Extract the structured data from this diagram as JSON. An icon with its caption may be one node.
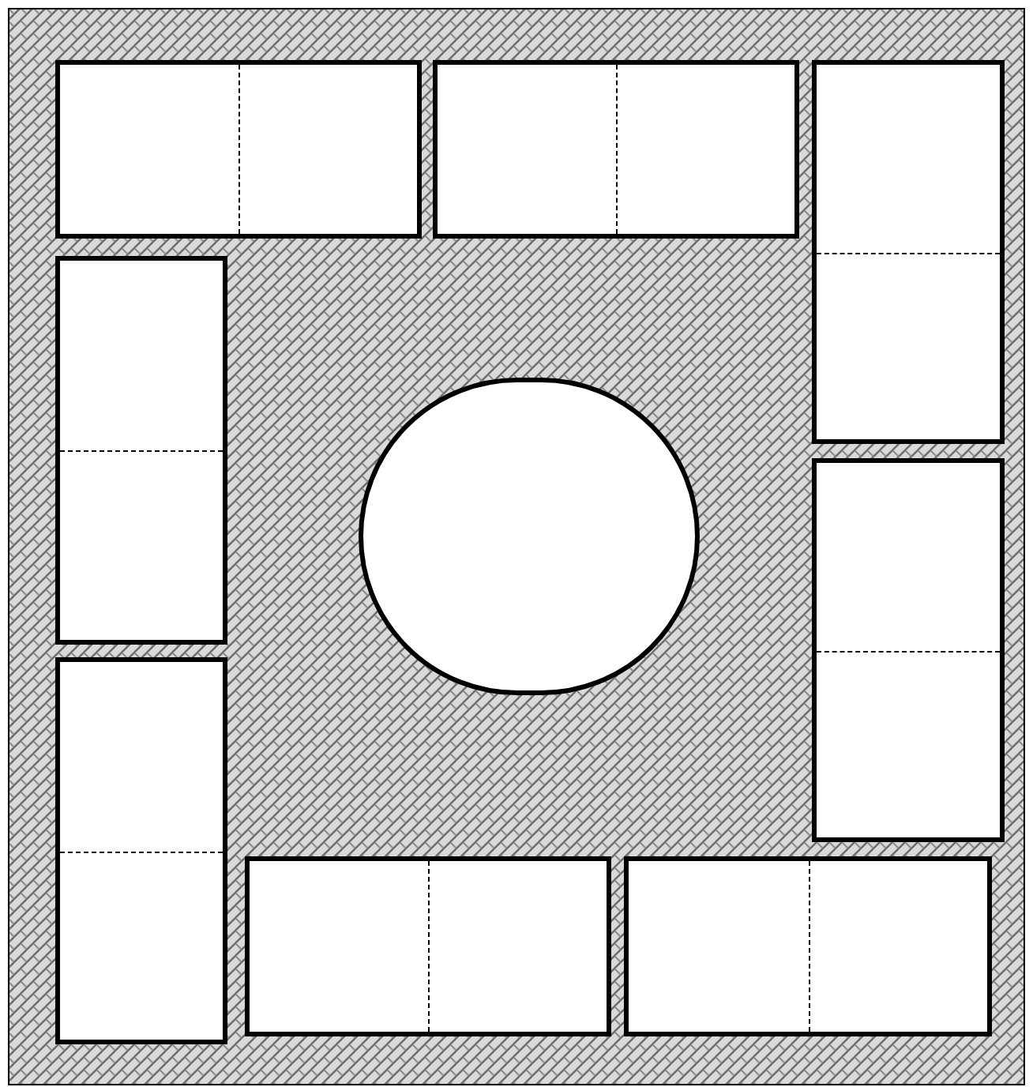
{
  "diagram": {
    "nodes": [
      {
        "text": [],
        "shape": "box"
      },
      {
        "text": [],
        "shape": "box"
      },
      {
        "text": [],
        "shape": "box"
      },
      {
        "text": [],
        "shape": "box"
      },
      {
        "text": [],
        "shape": "circle"
      },
      {
        "text": [],
        "shape": "box"
      },
      {
        "text": [],
        "shape": "box"
      },
      {
        "text": [],
        "shape": "box"
      },
      {
        "text": [],
        "shape": "box"
      }
    ]
  }
}
